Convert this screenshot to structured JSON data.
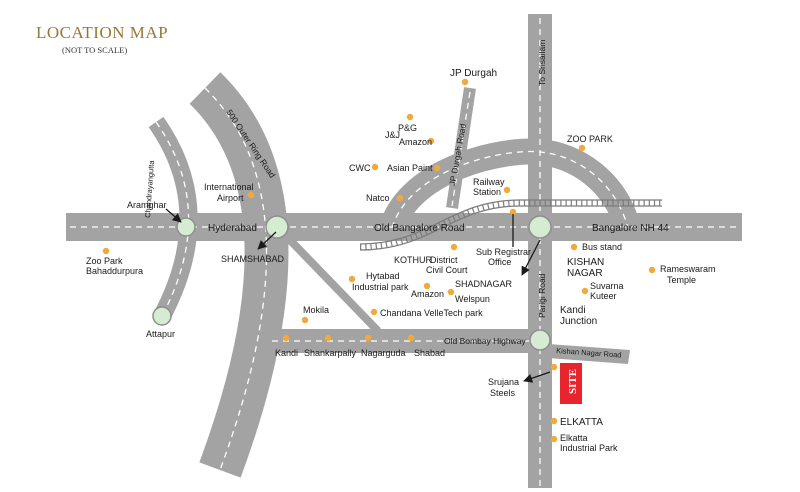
{
  "title": "LOCATION MAP",
  "subtitle": "(NOT TO SCALE)",
  "colors": {
    "road": "#a3a3a3",
    "road_dark": "#8e8e8e",
    "title": "#9c7638",
    "poi_dot": "#f2a93b",
    "junction": "#d6ecd2",
    "site": "#e8242c",
    "text": "#222222"
  },
  "roads": {
    "orr": "500 Outer Ring Road",
    "chandrayangutta": "Chandrayangutta",
    "hyderabad": "Hyderabad",
    "old_bangalore": "Old Bangalore Road",
    "bangalore_nh44": "Bangalore  NH 44",
    "jp_durgah_road": "JP Durgah Road",
    "to_srisailam": "To Srisailam",
    "parigi_road": "Parigi Road",
    "old_bombay": "Old Bombay Highway",
    "kishan_nagar_road": "Kishan Nagar Road"
  },
  "places": {
    "jp_durgah": "JP Durgah",
    "jj": "J&J",
    "pg": "P&G",
    "amazon_top": "Amazon",
    "zoo_park": "ZOO PARK",
    "cwc": "CWC",
    "asian_paint": "Asian Paint",
    "railway_station_1": "Railway",
    "railway_station_2": "Station",
    "natco": "Natco",
    "international_airport_1": "International",
    "international_airport_2": "Airport",
    "aramghar": "Aramghar",
    "shamshabad": "SHAMSHABAD",
    "zoo_park_bahadurpura_1": "Zoo Park",
    "zoo_park_bahadurpura_2": "Bahaddurpura",
    "attapur": "Attapur",
    "kothur": "KOTHUR",
    "district_civil_court_1": "District",
    "district_civil_court_2": "Civil Court",
    "sub_registrar_1": "Sub Registrar",
    "sub_registrar_2": "Office",
    "bus_stand": "Bus stand",
    "kishan_nagar_1": "KISHAN",
    "kishan_nagar_2": "NAGAR",
    "rameswaram_1": "Rameswaram",
    "rameswaram_2": "Temple",
    "suvarna_1": "Suvarna",
    "suvarna_2": "Kuteer",
    "hytabad_1": "Hytabad",
    "hytabad_2": "Industrial park",
    "amazon_mid": "Amazon",
    "welspun": "Welspun",
    "shadnagar": "SHADNAGAR",
    "mokila": "Mokila",
    "chandana": "Chandana VelleTech park",
    "kandi_junction_1": "Kandi",
    "kandi_junction_2": "Junction",
    "kandi": "Kandi",
    "shankarpally": "Shankarpally",
    "nagarguda": "Nagarguda",
    "shabad": "Shabad",
    "srujana_1": "Srujana",
    "srujana_2": "Steels",
    "elkatta": "ELKATTA",
    "elkatta_ip_1": "Elkatta",
    "elkatta_ip_2": "Industrial Park"
  },
  "site_label": "SITE"
}
